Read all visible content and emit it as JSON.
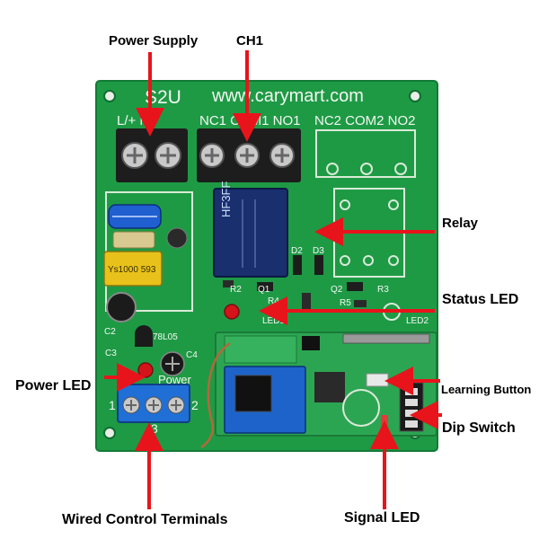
{
  "board": {
    "model": "S2U",
    "website": "www.carymart.com",
    "power_terminal_label": "L/+ N/-",
    "relay1_terminal_labels": "NC1 COM1 NO1",
    "relay2_terminal_labels": "NC2 COM2 NO2",
    "relay_marking": "HF3FF",
    "diode_labels": [
      "D2",
      "D3"
    ],
    "resistor_labels": [
      "R2",
      "Q1",
      "R4",
      "Q2",
      "R3",
      "R5"
    ],
    "led_labels": [
      "LED1",
      "LED2"
    ],
    "regulator_label": "78L05",
    "cap_labels": [
      "C2",
      "C3",
      "C4"
    ],
    "power_mark": "Power",
    "wired_terminal_numbers": [
      "1",
      "2",
      "3"
    ],
    "transformer_marking": "Ys1000 593",
    "colors": {
      "pcb": "#1e9a45",
      "pcb_dark": "#137a35",
      "arrow": "#e8141b",
      "terminal_black": "#1d1d1d",
      "terminal_blue": "#1f6fd6",
      "relay_blue": "#1a2f6e",
      "transformer_yellow": "#e8c21a"
    }
  },
  "callouts": {
    "power_supply": "Power Supply",
    "ch1": "CH1",
    "relay": "Relay",
    "status_led": "Status LED",
    "power_led": "Power LED",
    "learning_button": "Learning Button",
    "dip_switch": "Dip Switch",
    "wired_control_terminals": "Wired Control Terminals",
    "signal_led": "Signal LED"
  }
}
